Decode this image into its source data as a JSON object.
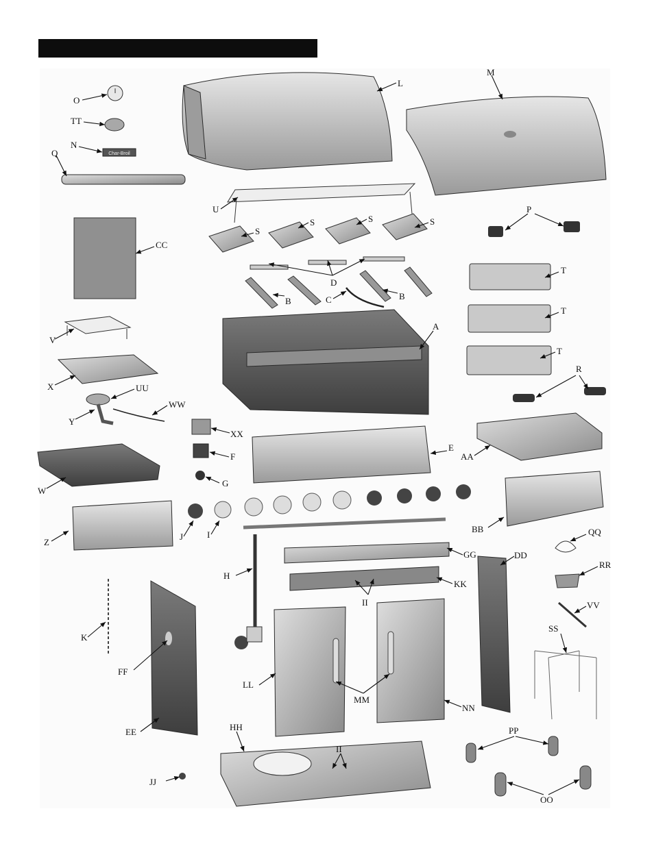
{
  "labels": {
    "A": "A",
    "B": "B",
    "C": "C",
    "D": "D",
    "E": "E",
    "F": "F",
    "G": "G",
    "H": "H",
    "I": "I",
    "J": "J",
    "K": "K",
    "L": "L",
    "M": "M",
    "N": "N",
    "O": "O",
    "P": "P",
    "Q": "Q",
    "R": "R",
    "S": "S",
    "T": "T",
    "U": "U",
    "V": "V",
    "W": "W",
    "X": "X",
    "Y": "Y",
    "Z": "Z",
    "AA": "AA",
    "BB": "BB",
    "CC": "CC",
    "DD": "DD",
    "EE": "EE",
    "FF": "FF",
    "GG": "GG",
    "HH": "HH",
    "II": "II",
    "JJ": "JJ",
    "KK": "KK",
    "LL": "LL",
    "MM": "MM",
    "NN": "NN",
    "OO": "OO",
    "PP": "PP",
    "QQ": "QQ",
    "RR": "RR",
    "SS": "SS",
    "TT": "TT",
    "UU": "UU",
    "VV": "VV",
    "WW": "WW",
    "XX": "XX"
  },
  "logo_text": "Char-Broil"
}
